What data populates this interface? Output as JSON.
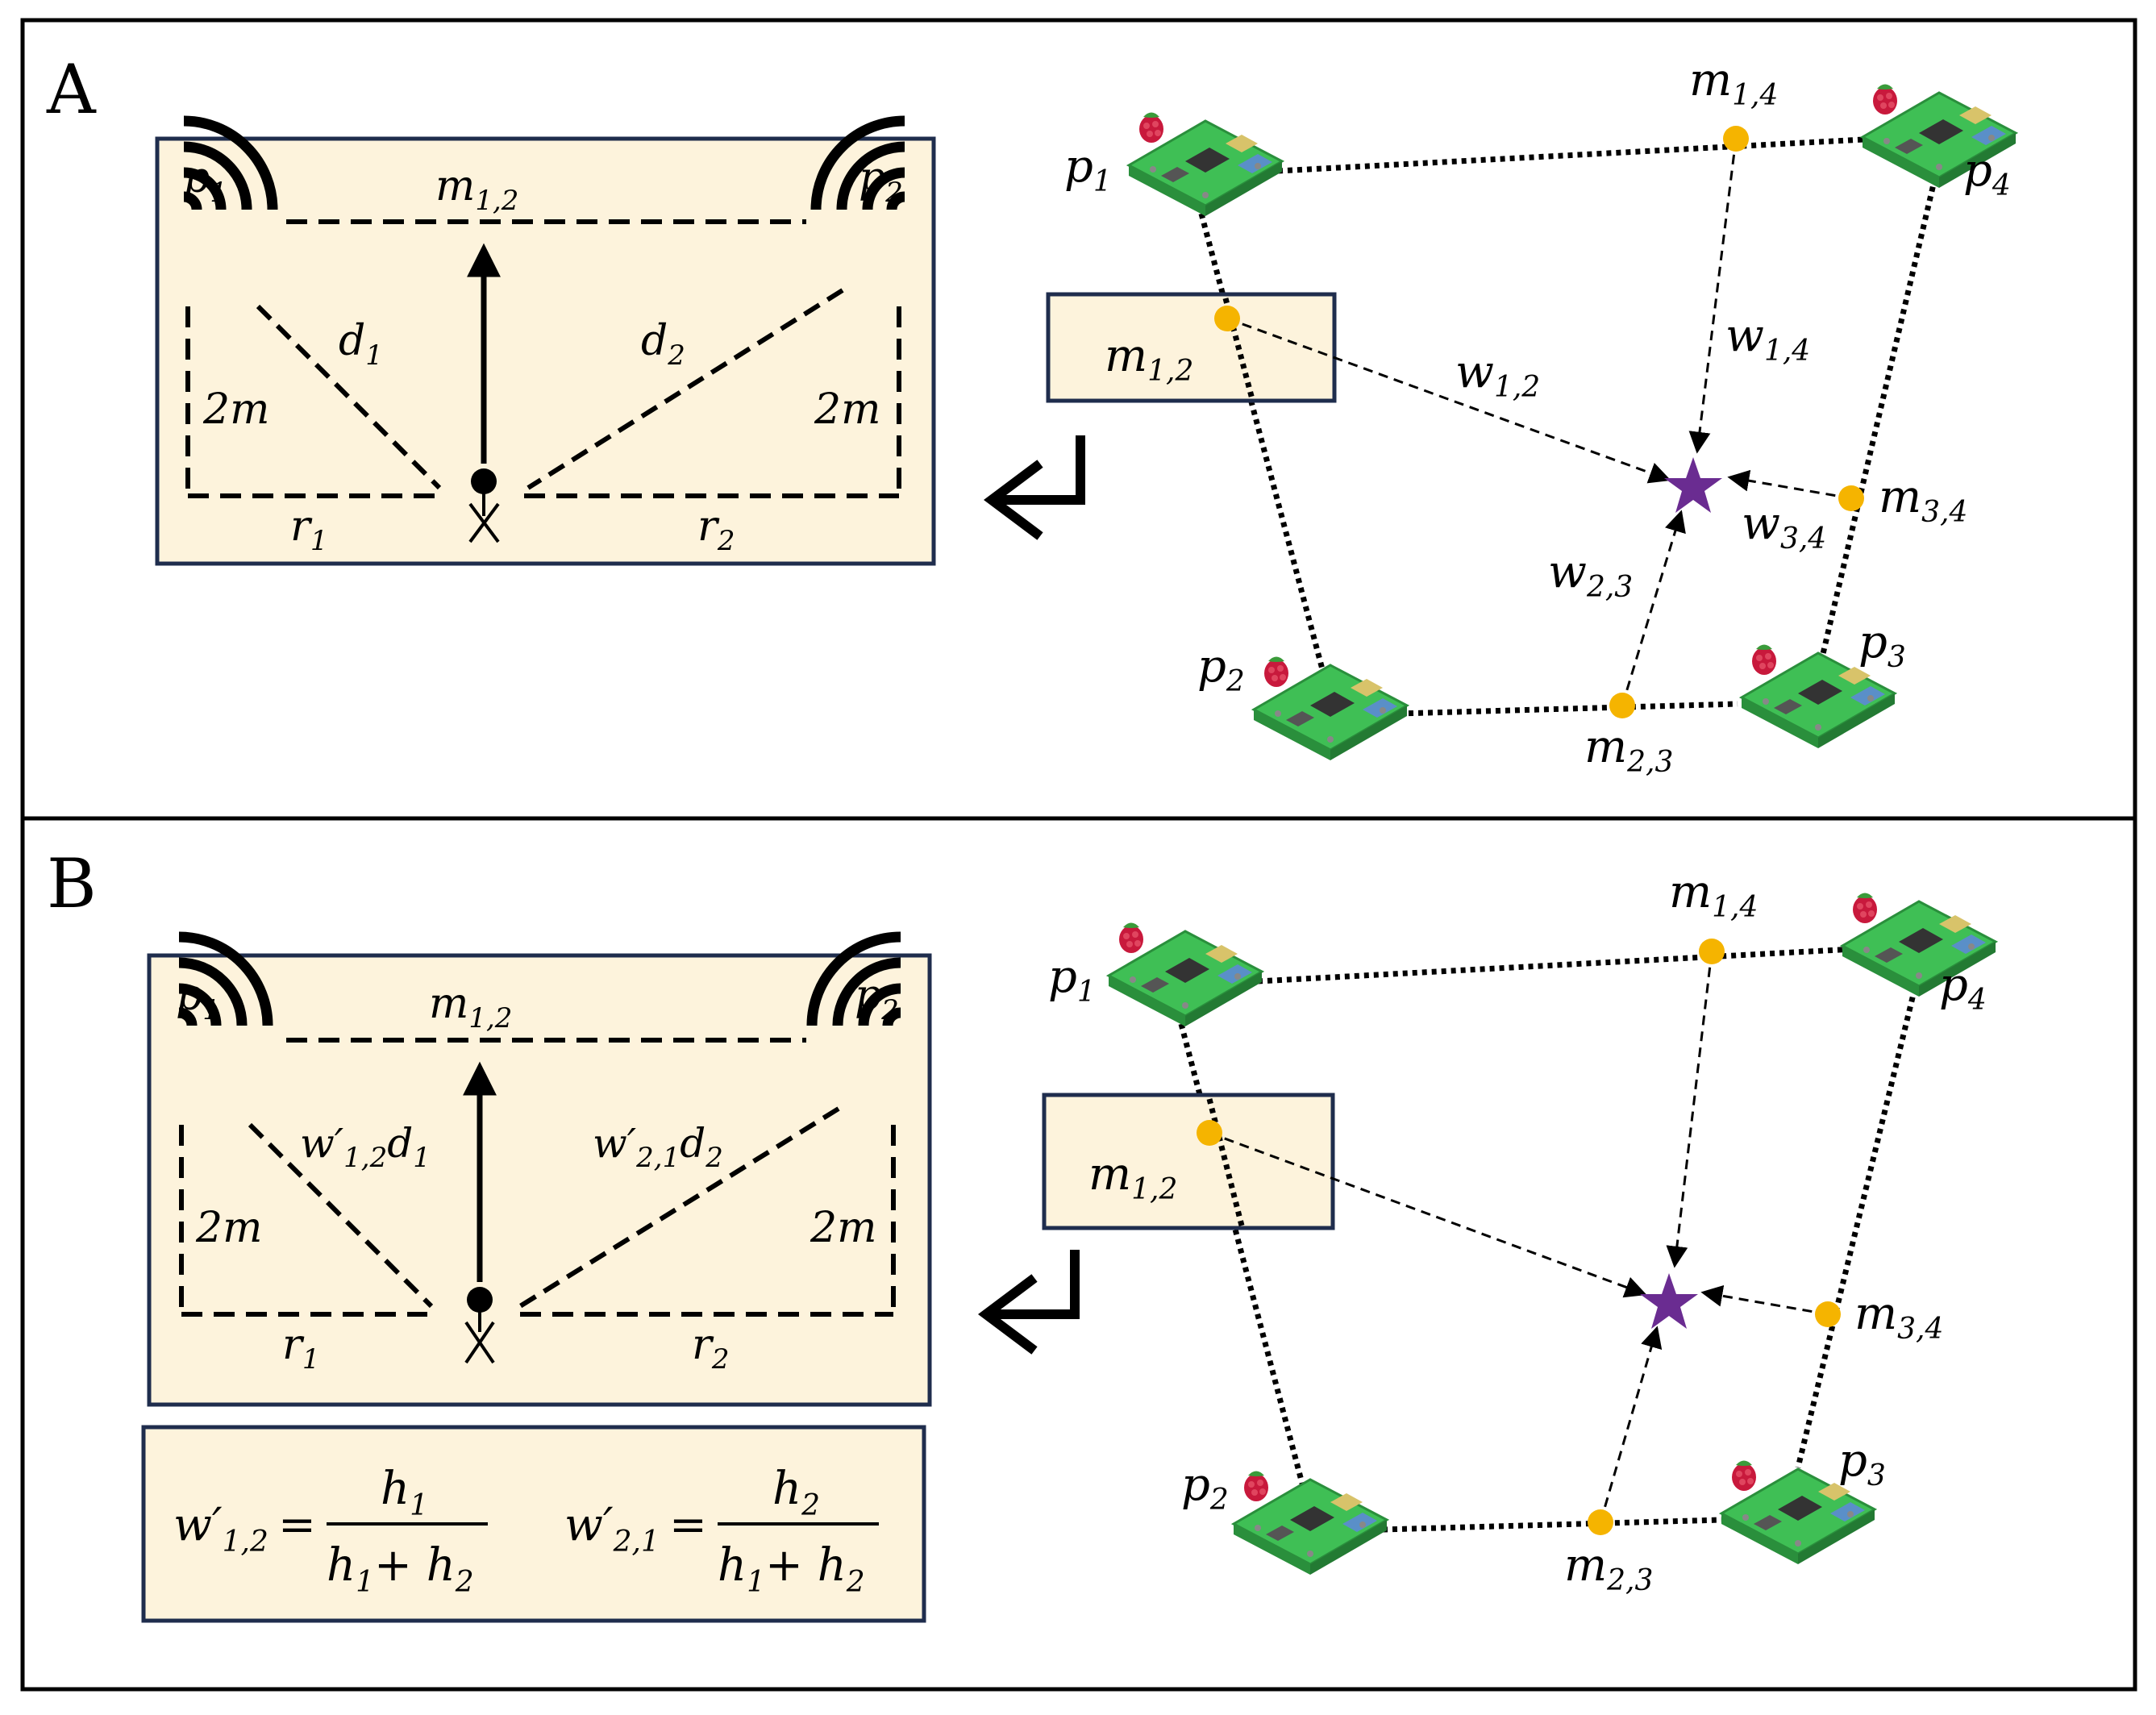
{
  "panels": [
    {
      "letter": "A",
      "inset": {
        "p_left": "p",
        "p_left_sub": "1",
        "p_right": "p",
        "p_right_sub": "2",
        "m_label": "m",
        "m_sub": "1,2",
        "d_left": "d",
        "d_left_sub": "1",
        "d_right": "d",
        "d_right_sub": "2",
        "h_left": "2m",
        "h_right": "2m",
        "r_left": "r",
        "r_left_sub": "1",
        "r_right": "r",
        "r_right_sub": "2"
      },
      "network": {
        "p1": "p",
        "p1_sub": "1",
        "p2": "p",
        "p2_sub": "2",
        "p3": "p",
        "p3_sub": "3",
        "p4": "p",
        "p4_sub": "4",
        "m12": "m",
        "m12_sub": "1,2",
        "m14": "m",
        "m14_sub": "1,4",
        "m23": "m",
        "m23_sub": "2,3",
        "m34": "m",
        "m34_sub": "3,4",
        "w12": "w",
        "w12_sub": "1,2",
        "w14": "w",
        "w14_sub": "1,4",
        "w23": "w",
        "w23_sub": "2,3",
        "w34": "w",
        "w34_sub": "3,4"
      }
    },
    {
      "letter": "B",
      "inset": {
        "p_left": "p",
        "p_left_sub": "1",
        "p_right": "p",
        "p_right_sub": "2",
        "m_label": "m",
        "m_sub": "1,2",
        "d_left_w": "w′",
        "d_left_w_sub": "1,2",
        "d_left": "d",
        "d_left_sub": "1",
        "d_right_w": "w′",
        "d_right_w_sub": "2,1",
        "d_right": "d",
        "d_right_sub": "2",
        "h_left": "2m",
        "h_right": "2m",
        "r_left": "r",
        "r_left_sub": "1",
        "r_right": "r",
        "r_right_sub": "2"
      },
      "formula": {
        "lhs1": "w′",
        "lhs1_sub": "1,2",
        "num1": "h",
        "num1_sub": "1",
        "den1": "h",
        "den1_sub": "1",
        "den1_plus": "+ h",
        "den1_sub2": "2",
        "lhs2": "w′",
        "lhs2_sub": "2,1",
        "num2": "h",
        "num2_sub": "2",
        "den2": "h",
        "den2_sub": "1",
        "den2_plus": "+ h",
        "den2_sub2": "2",
        "eq": "="
      },
      "network": {
        "p1": "p",
        "p1_sub": "1",
        "p2": "p",
        "p2_sub": "2",
        "p3": "p",
        "p3_sub": "3",
        "p4": "p",
        "p4_sub": "4",
        "m12": "m",
        "m12_sub": "1,2",
        "m14": "m",
        "m14_sub": "1,4",
        "m23": "m",
        "m23_sub": "2,3",
        "m34": "m",
        "m34_sub": "3,4"
      }
    }
  ],
  "colors": {
    "inset_fill": "#fdf3dc",
    "inset_border": "#1f2d4d",
    "midpoint": "#f5b400",
    "star": "#6a2c91",
    "board": "#3fbf55",
    "board_dark": "#2a8f3c",
    "berry": "#c8193c"
  },
  "icons": [
    "raspberry-pi-board-icon",
    "speaker-wave-icon",
    "person-icon",
    "target-star-icon",
    "return-arrow-icon"
  ]
}
